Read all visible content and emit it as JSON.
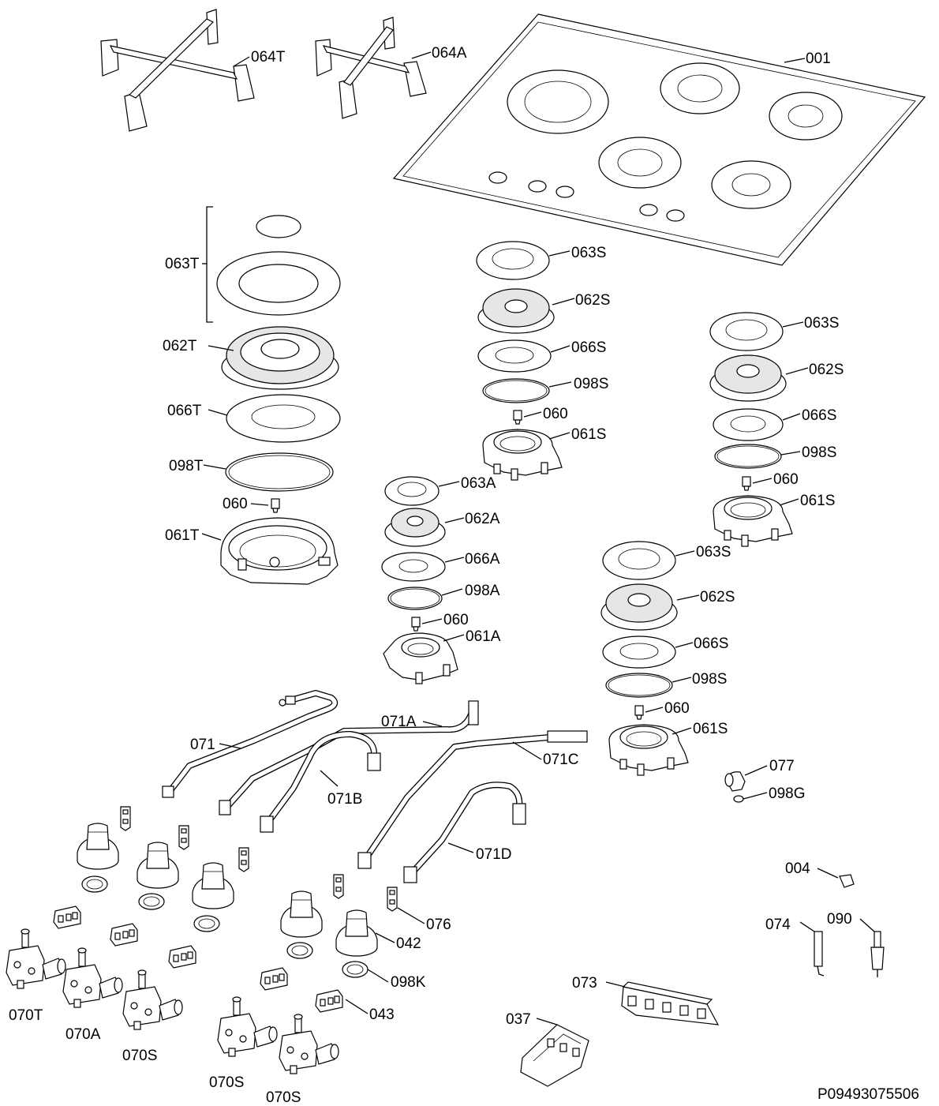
{
  "diagram": {
    "labels": {
      "l001": "001",
      "l064T": "064T",
      "l064A": "064A",
      "l063T": "063T",
      "l062T": "062T",
      "l066T": "066T",
      "l098T": "098T",
      "l060_t": "060",
      "l061T": "061T",
      "l063S_1": "063S",
      "l062S_1": "062S",
      "l066S_1": "066S",
      "l098S_1": "098S",
      "l060_s1": "060",
      "l061S_1": "061S",
      "l063S_2": "063S",
      "l062S_2": "062S",
      "l066S_2": "066S",
      "l098S_2": "098S",
      "l060_s2": "060",
      "l061S_2": "061S",
      "l063A": "063A",
      "l062A": "062A",
      "l066A": "066A",
      "l098A": "098A",
      "l060_a": "060",
      "l061A": "061A",
      "l063S_3": "063S",
      "l062S_3": "062S",
      "l066S_3": "066S",
      "l098S_3": "098S",
      "l060_s3": "060",
      "l061S_3": "061S",
      "l071": "071",
      "l071A": "071A",
      "l071B": "071B",
      "l071C": "071C",
      "l071D": "071D",
      "l077": "077",
      "l098G": "098G",
      "l004": "004",
      "l074": "074",
      "l090": "090",
      "l076": "076",
      "l042": "042",
      "l098K": "098K",
      "l043": "043",
      "l073": "073",
      "l037": "037",
      "l070T": "070T",
      "l070A": "070A",
      "l070S_1": "070S",
      "l070S_2": "070S",
      "l070S_3": "070S",
      "code": "P09493075506"
    }
  }
}
